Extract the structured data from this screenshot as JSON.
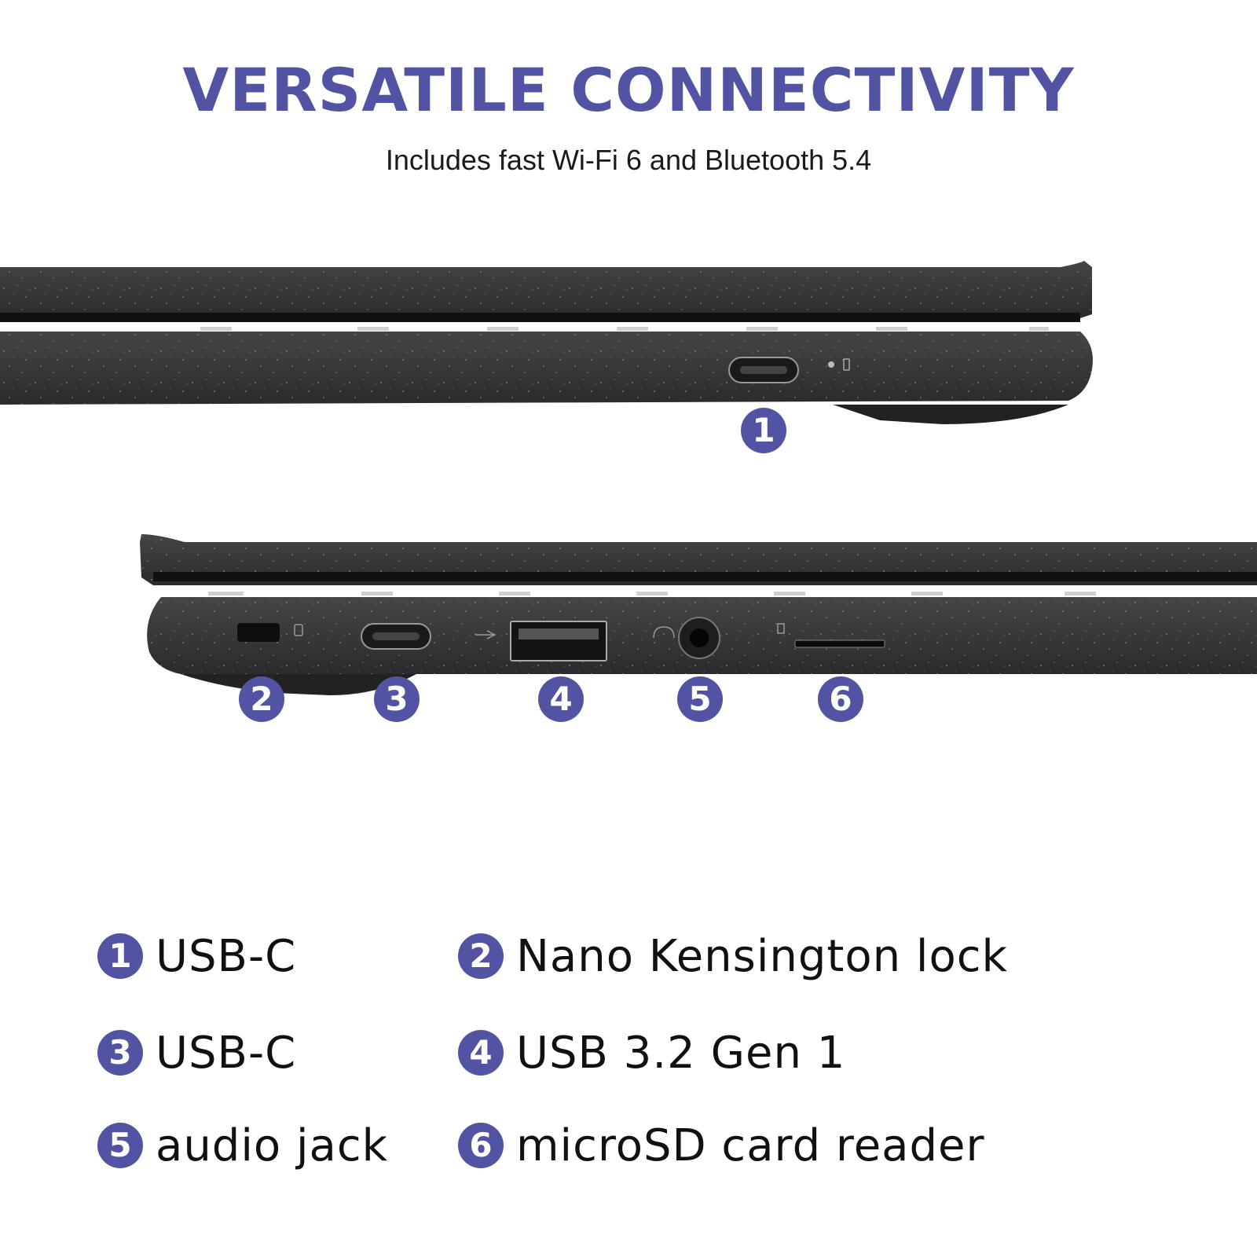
{
  "header": {
    "title": "VERSATILE CONNECTIVITY",
    "subtitle": "Includes fast Wi-Fi 6 and Bluetooth 5.4"
  },
  "colors": {
    "accent": "#5254a3",
    "chassis": "#3a3a3c",
    "chassis_dark": "#1a1a1a",
    "text": "#111111",
    "background": "#ffffff"
  },
  "ports": [
    {
      "number": "1",
      "label": "USB-C",
      "icon": "usb-c-port-icon"
    },
    {
      "number": "2",
      "label": "Nano Kensington lock",
      "icon": "kensington-lock-slot-icon"
    },
    {
      "number": "3",
      "label": "USB-C",
      "icon": "usb-c-port-icon"
    },
    {
      "number": "4",
      "label": "USB 3.2 Gen 1",
      "icon": "usb-a-port-icon"
    },
    {
      "number": "5",
      "label": "audio jack",
      "icon": "audio-jack-icon"
    },
    {
      "number": "6",
      "label": "microSD card reader",
      "icon": "microsd-slot-icon"
    }
  ]
}
